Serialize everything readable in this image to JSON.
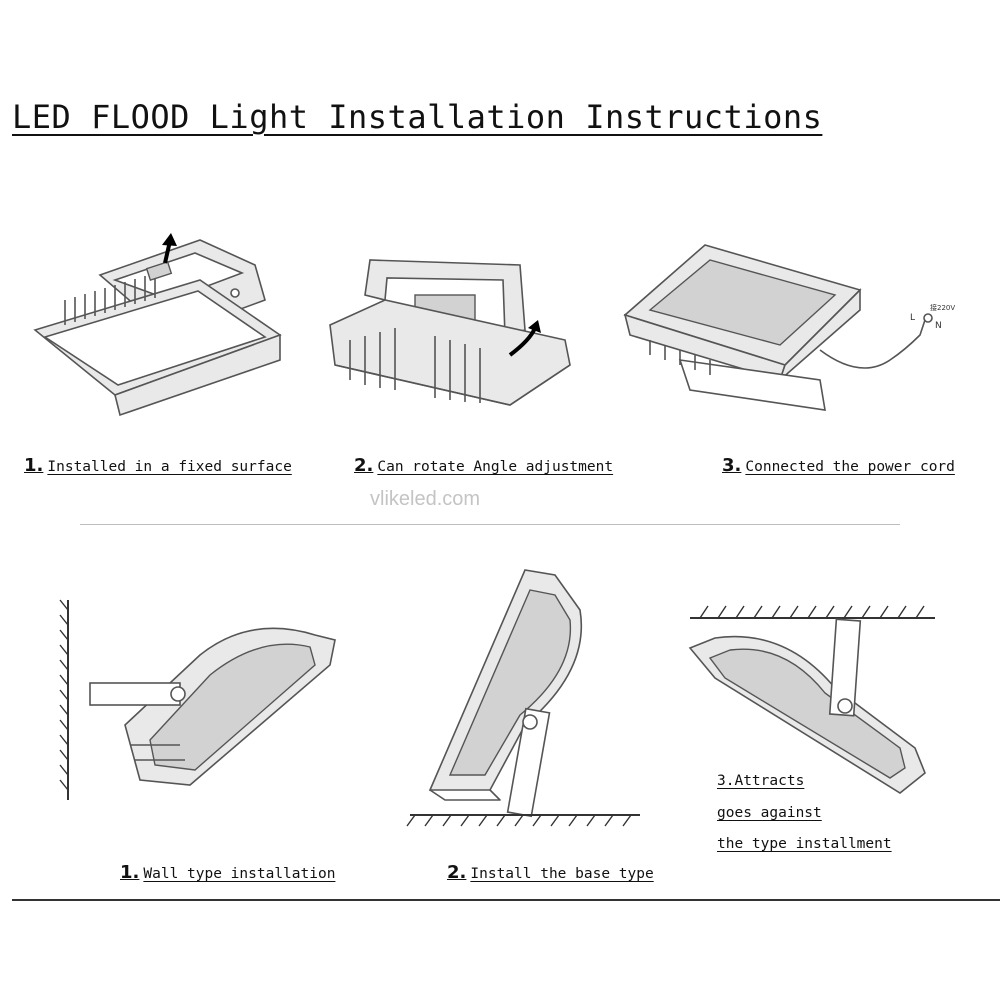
{
  "title": "LED FLOOD Light Installation Instructions",
  "watermark": "vlikeled.com",
  "top_steps": [
    {
      "num": "1.",
      "text": "Installed in a fixed surface"
    },
    {
      "num": "2.",
      "text": "Can rotate Angle adjustment"
    },
    {
      "num": "3.",
      "text": "Connected the power cord"
    }
  ],
  "wire_labels": {
    "l": "L",
    "n": "N",
    "voltage": "接220V"
  },
  "bottom_steps": [
    {
      "num": "1.",
      "text": "Wall type installation"
    },
    {
      "num": "2.",
      "text": "Install the base type"
    }
  ],
  "note_lines": [
    "3.Attracts",
    "goes against",
    "the type installment"
  ],
  "icons": [
    "arrow-up-icon",
    "rotate-arrow-icon",
    "power-cord-icon"
  ]
}
